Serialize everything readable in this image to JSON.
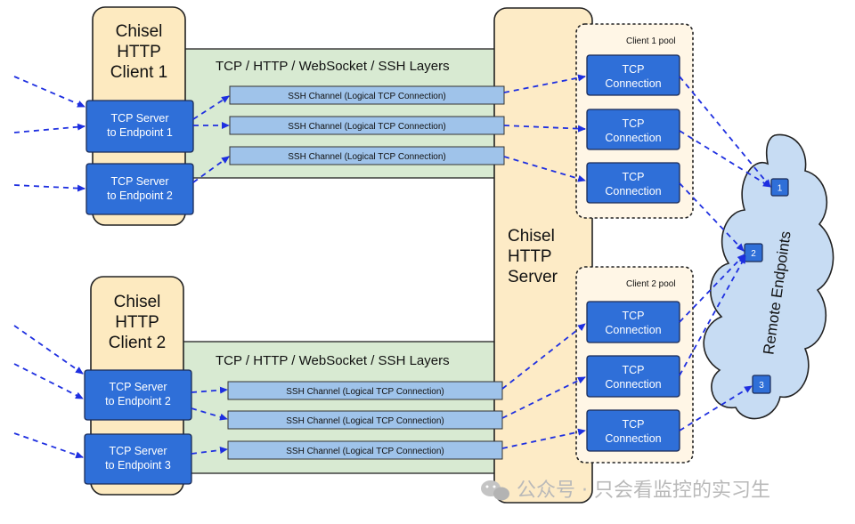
{
  "client1": {
    "title_lines": [
      "Chisel",
      "HTTP",
      "Client 1"
    ],
    "layer_label": "TCP / HTTP / WebSocket / SSH Layers",
    "tcp_servers": [
      {
        "lines": [
          "TCP Server",
          "to Endpoint 1"
        ]
      },
      {
        "lines": [
          "TCP Server",
          "to Endpoint 2"
        ]
      }
    ],
    "channels": [
      "SSH Channel (Logical TCP Connection)",
      "SSH Channel (Logical TCP Connection)",
      "SSH Channel (Logical TCP Connection)"
    ]
  },
  "client2": {
    "title_lines": [
      "Chisel",
      "HTTP",
      "Client 2"
    ],
    "layer_label": "TCP / HTTP / WebSocket / SSH Layers",
    "tcp_servers": [
      {
        "lines": [
          "TCP Server",
          "to Endpoint 2"
        ]
      },
      {
        "lines": [
          "TCP Server",
          "to Endpoint 3"
        ]
      }
    ],
    "channels": [
      "SSH Channel (Logical TCP Connection)",
      "SSH Channel (Logical TCP Connection)",
      "SSH Channel (Logical TCP Connection)"
    ]
  },
  "server": {
    "title_lines": [
      "Chisel",
      "HTTP",
      "Server"
    ]
  },
  "pools": [
    {
      "label": "Client 1 pool",
      "connections": [
        [
          "TCP",
          "Connection"
        ],
        [
          "TCP",
          "Connection"
        ],
        [
          "TCP",
          "Connection"
        ]
      ]
    },
    {
      "label": "Client 2 pool",
      "connections": [
        [
          "TCP",
          "Connection"
        ],
        [
          "TCP",
          "Connection"
        ],
        [
          "TCP",
          "Connection"
        ]
      ]
    }
  ],
  "remote": {
    "label": "Remote Endpoints",
    "endpoints": [
      "1",
      "2",
      "3"
    ]
  },
  "watermark": {
    "text": "公众号 · 只会看监控的实习生"
  },
  "colors": {
    "client_bg": "#fdeac0",
    "server_bg": "#fdebc6",
    "layer_bg": "#d8ead2",
    "tcp_box": "#2f6fd8",
    "channel": "#9fc3ea",
    "pool_bg": "#fff6e6",
    "cloud": "#c7dcf3",
    "arrow": "#1e2fe0"
  }
}
